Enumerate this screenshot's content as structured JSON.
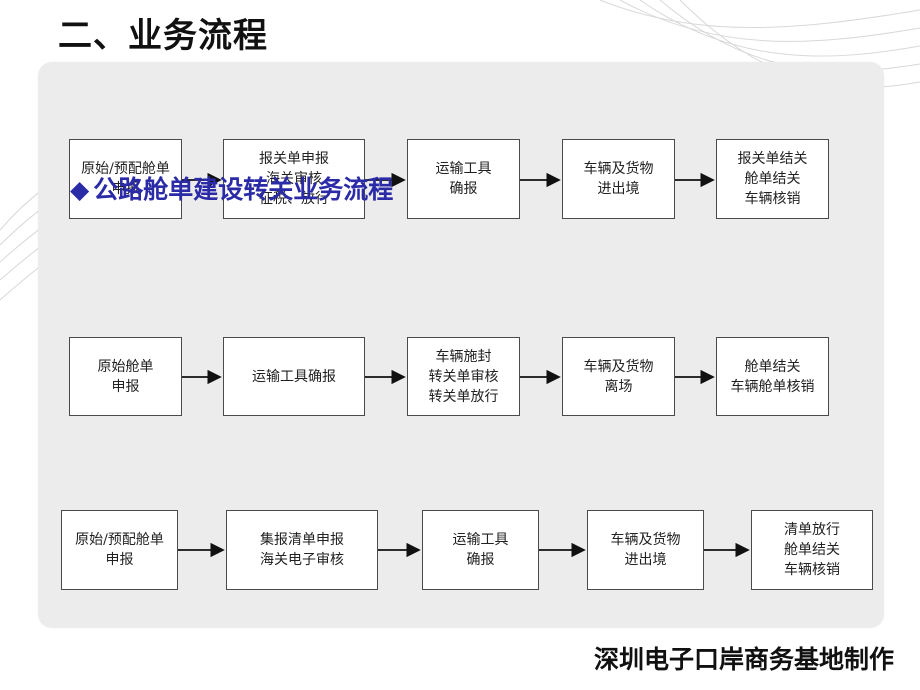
{
  "title": "二、业务流程",
  "overlay_heading": "公路舱单建设转关业务流程",
  "footer": "深圳电子口岸商务基地制作",
  "colors": {
    "panel": "#ececec",
    "overlay_text": "#2b2ba8",
    "box_border": "#4a4a4a"
  },
  "flows": [
    {
      "steps": [
        {
          "label": "原始/预配舱单\n申报"
        },
        {
          "label": "报关单申报\n海关审核\n征税、放行"
        },
        {
          "label": "运输工具\n确报"
        },
        {
          "label": "车辆及货物\n进出境"
        },
        {
          "label": "报关单结关\n舱单结关\n车辆核销"
        }
      ]
    },
    {
      "steps": [
        {
          "label": "原始舱单\n申报"
        },
        {
          "label": "运输工具确报"
        },
        {
          "label": "车辆施封\n转关单审核\n转关单放行"
        },
        {
          "label": "车辆及货物\n离场"
        },
        {
          "label": "舱单结关\n车辆舱单核销"
        }
      ]
    },
    {
      "steps": [
        {
          "label": "原始/预配舱单\n申报"
        },
        {
          "label": "集报清单申报\n海关电子审核"
        },
        {
          "label": "运输工具\n确报"
        },
        {
          "label": "车辆及货物\n进出境"
        },
        {
          "label": "清单放行\n舱单结关\n车辆核销"
        }
      ]
    }
  ]
}
